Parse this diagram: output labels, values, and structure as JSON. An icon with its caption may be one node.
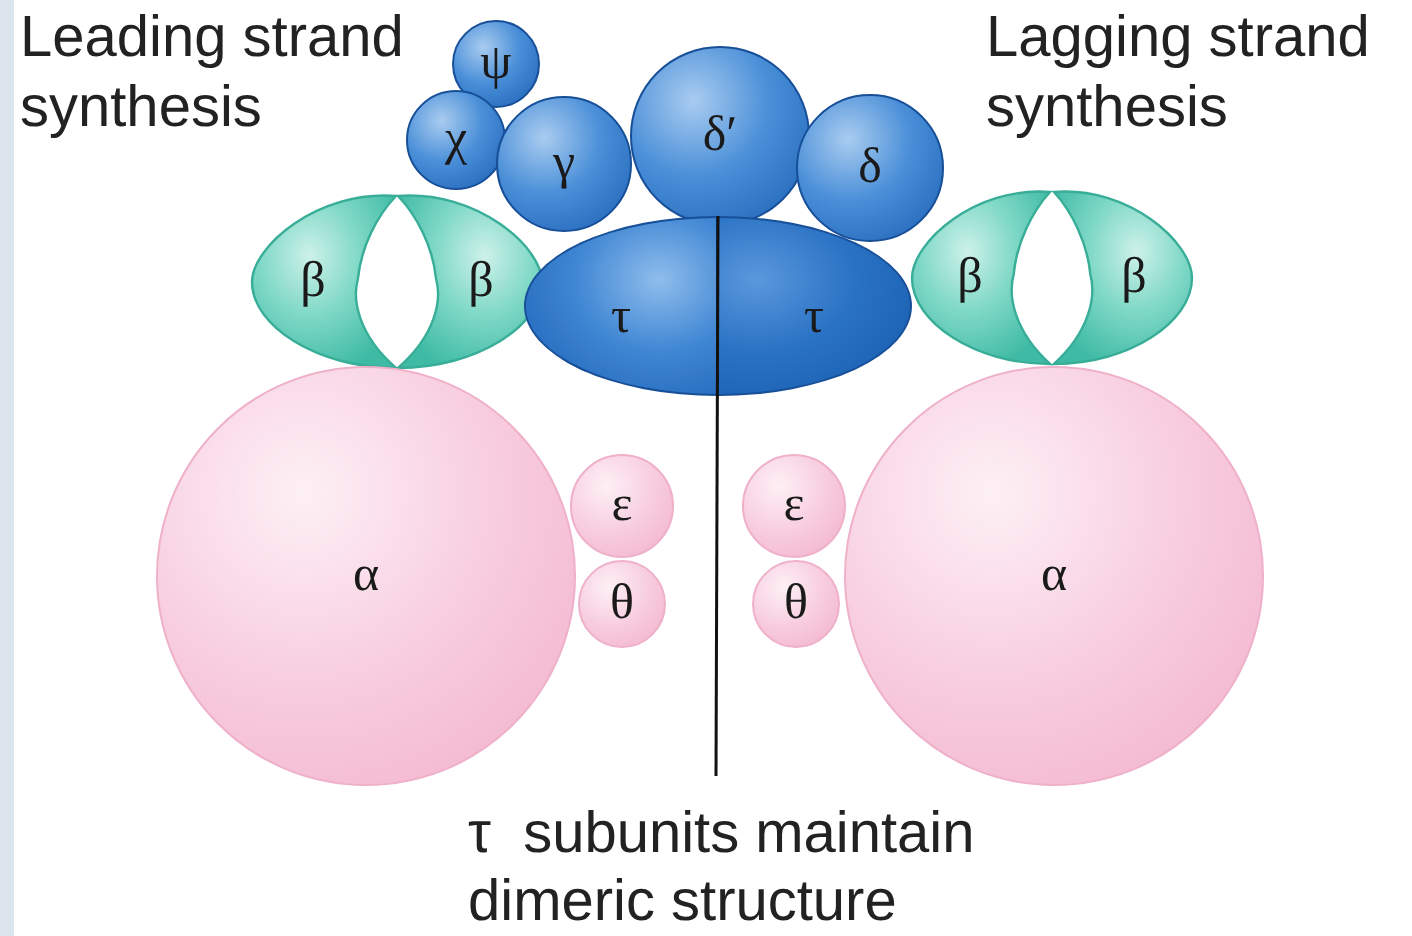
{
  "diagram": {
    "nodes": [
      {
        "text": [
          "ψ"
        ]
      },
      {
        "text": [
          "χ"
        ]
      },
      {
        "text": [
          "γ"
        ]
      },
      {
        "text": [
          "δ′"
        ]
      },
      {
        "text": [
          "δ"
        ]
      },
      {
        "text": [
          "β"
        ]
      },
      {
        "text": [
          "β"
        ]
      },
      {
        "text": [
          "τ"
        ]
      },
      {
        "text": [
          "τ"
        ]
      },
      {
        "text": [
          "β"
        ]
      },
      {
        "text": [
          "β"
        ]
      },
      {
        "text": [
          "α"
        ]
      },
      {
        "text": [
          "ε"
        ]
      },
      {
        "text": [
          "θ"
        ]
      },
      {
        "text": [
          "ε"
        ]
      },
      {
        "text": [
          "θ"
        ]
      },
      {
        "text": [
          "α"
        ]
      },
      {
        "text": [
          "τ  subunits maintain dimeric structure"
        ]
      }
    ],
    "edges": [
      {
        "from": 17,
        "to": 7,
        "arrow": "none"
      }
    ],
    "labels": [
      "Leading strand synthesis",
      "Lagging strand synthesis"
    ]
  }
}
